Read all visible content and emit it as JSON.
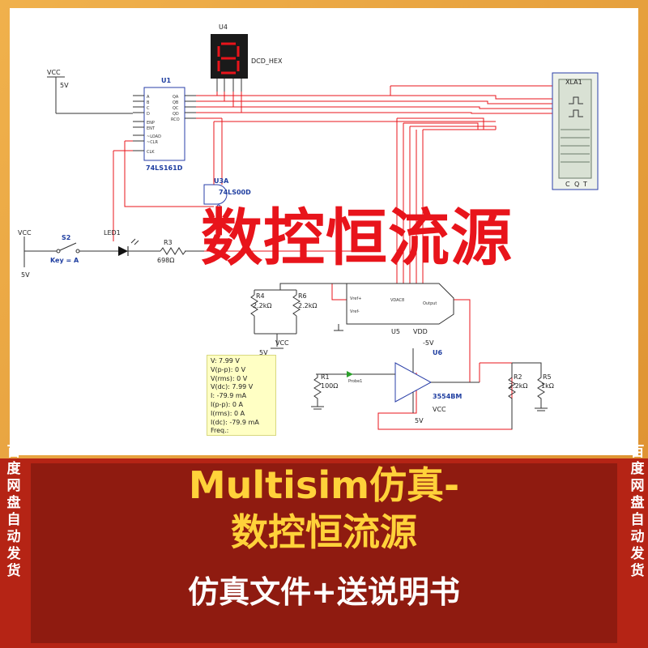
{
  "schematic": {
    "u4_ref": "U4",
    "u4_name": "DCD_HEX",
    "u1_ref": "U1",
    "u1_name": "74LS161D",
    "u1_pins_left": [
      "A",
      "B",
      "C",
      "D",
      "ENP",
      "ENT",
      "~LOAD",
      "~CLR",
      "CLK"
    ],
    "u1_pins_right": [
      "QA",
      "QB",
      "QC",
      "QD",
      "RCO"
    ],
    "u3_ref": "U3A",
    "u3_name": "74LS00D",
    "vcc_top_label": "VCC",
    "vcc_top_value": "5V",
    "vcc_left_label": "VCC",
    "vcc_left_value": "5V",
    "s2_ref": "S2",
    "s2_key": "Key = A",
    "led_ref": "LED1",
    "r3_ref": "R3",
    "r3_value": "698Ω",
    "r4_ref": "R4",
    "r4_value": "2.2kΩ",
    "r6_ref": "R6",
    "r6_value": "2.2kΩ",
    "vcc_mid_label": "VCC",
    "mid_5v": "5V",
    "dac_pins": [
      "Vref+",
      "Vref-",
      "VDAC8",
      "Output"
    ],
    "u5_ref": "U5",
    "vdd_label": "VDD",
    "neg5v": "-5V",
    "u6_ref": "U6",
    "u6_name": "3554BM",
    "vcc_bottom_label": "VCC",
    "bottom_5v": "5V",
    "r1_ref": "R1",
    "r1_value": "100Ω",
    "probe_label": "Probe1",
    "r2_ref": "R2",
    "r2_value": "2.2kΩ",
    "r5_ref": "R5",
    "r5_value": "1kΩ",
    "xla_ref": "XLA1",
    "xla_pins": [
      "C",
      "Q",
      "T"
    ]
  },
  "probe_readout": [
    "V: 7.99 V",
    "V(p-p): 0 V",
    "V(rms): 0 V",
    "V(dc): 7.99 V",
    "I: -79.9 mA",
    "I(p-p): 0 A",
    "I(rms): 0 A",
    "I(dc): -79.9 mA",
    "Freq.:"
  ],
  "overlay_title": "数控恒流源",
  "banner": {
    "line1": "Multisim仿真-",
    "line2": "数控恒流源",
    "line3": "仿真文件+送说明书"
  },
  "side_left": [
    "百",
    "度",
    "网",
    "盘",
    "自",
    "动",
    "发",
    "货"
  ],
  "side_right": [
    "百",
    "度",
    "网",
    "盘",
    "自",
    "动",
    "发",
    "货"
  ],
  "colors": {
    "wire_red": "#e8141b",
    "title_red": "#e8141b",
    "banner_red": "#8f1b10",
    "banner_yellow": "#ffd23a",
    "frame_orange": "#e9a13a",
    "label_blue": "#1f3ea0"
  }
}
